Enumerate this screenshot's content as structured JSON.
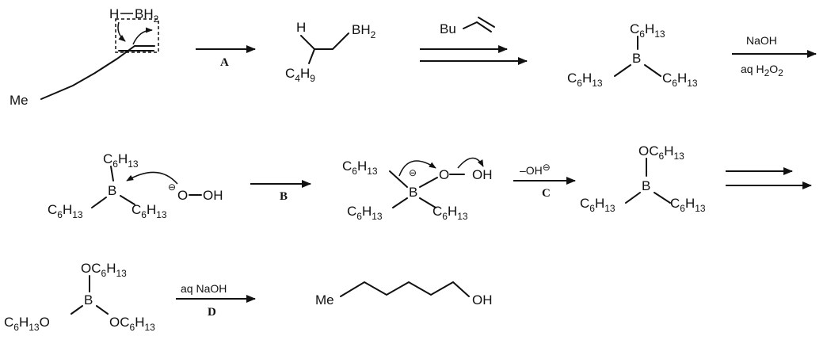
{
  "labels": {
    "A": "A",
    "B": "B",
    "C": "C",
    "D": "D"
  },
  "reagents": {
    "naoh": "NaOH",
    "aq_h2o2": "aq H",
    "aq_h2o2_2": "2",
    "aq_h2o2_o": "O",
    "aq_h2o2_3": "2",
    "aq_naoh": "aq NaOH",
    "minus_oh": "–OH",
    "bu": "Bu"
  },
  "atoms": {
    "H": "H",
    "B": "B",
    "BH": "BH",
    "two": "2",
    "C": "C",
    "four": "4",
    "nine": "9",
    "six": "6",
    "thirteen": "13",
    "Me": "Me",
    "O": "O",
    "OH": "OH",
    "OC": "OC",
    "minus": "⊖"
  }
}
